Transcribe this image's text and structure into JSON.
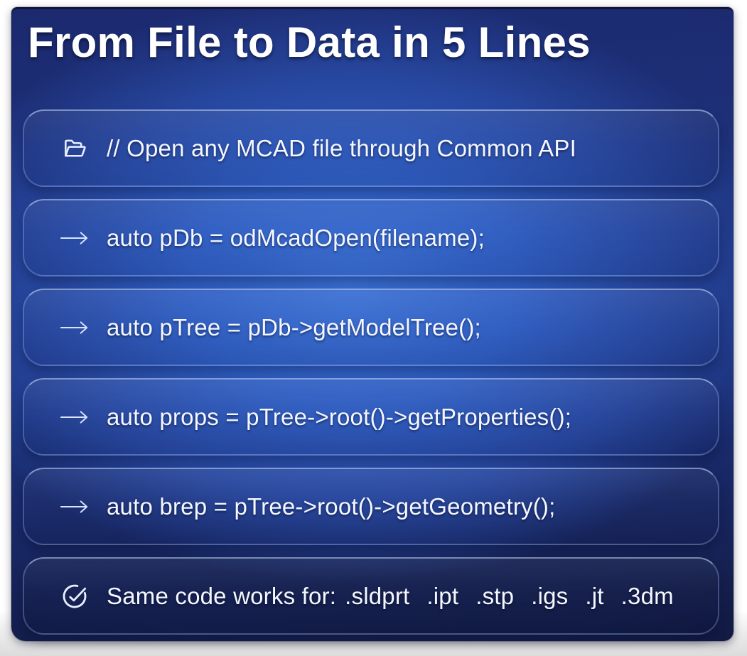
{
  "slide": {
    "title": "From File to Data in 5 Lines",
    "rows": [
      {
        "icon": "folder-open-icon",
        "text": "// Open any MCAD file through Common API"
      },
      {
        "icon": "arrow-right-icon",
        "text": "auto pDb = odMcadOpen(filename);"
      },
      {
        "icon": "arrow-right-icon",
        "text": "auto pTree = pDb->getModelTree();"
      },
      {
        "icon": "arrow-right-icon",
        "text": "auto props = pTree->root()->getProperties();"
      },
      {
        "icon": "arrow-right-icon",
        "text": "auto brep = pTree->root()->getGeometry();"
      },
      {
        "icon": "check-circle-icon",
        "text_prefix": "Same code works for:",
        "extensions": [
          ".sldprt",
          ".ipt",
          ".stp",
          ".igs",
          ".jt",
          ".3dm"
        ]
      }
    ],
    "colors": {
      "background_center": "#3b70d4",
      "background_edge": "#141e4d",
      "card_border": "#a4c4ff",
      "text": "#f4f7ff",
      "frame": "#ffffff"
    }
  }
}
